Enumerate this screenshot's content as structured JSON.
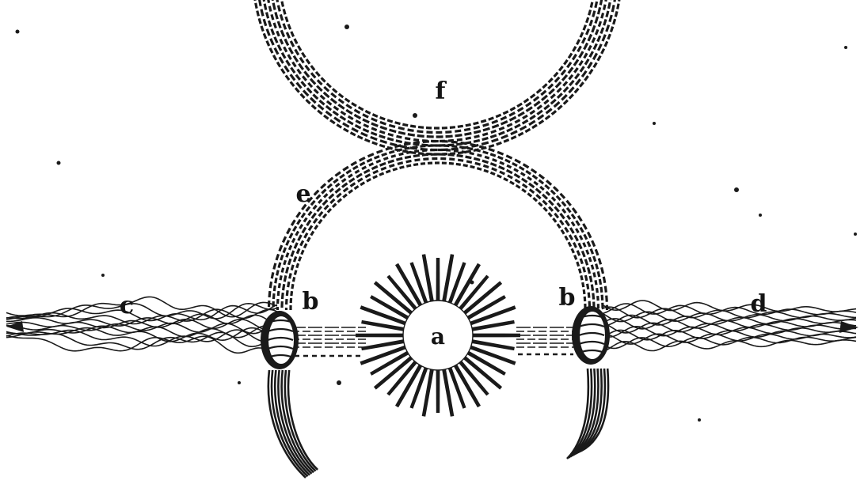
{
  "diagram": {
    "ink_color": "#1a1a1a",
    "paper_color": "#ffffff",
    "style": "woodcut engraving",
    "labels": {
      "a": "a",
      "b_left": "b",
      "b_right": "b",
      "c": "c",
      "d": "d",
      "e": "e",
      "f": "f"
    }
  }
}
